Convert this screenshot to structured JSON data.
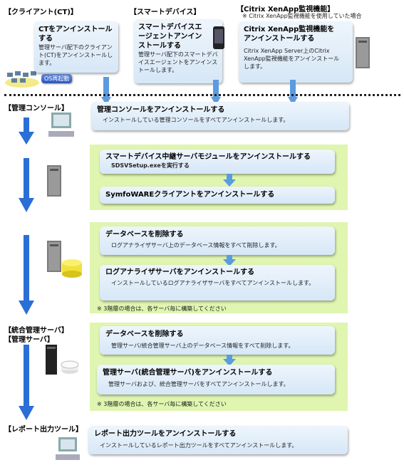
{
  "labels": {
    "client": "【クライアント(CT)】",
    "smart_device": "【スマートデバイス】",
    "citrix": "【Citrix XenApp監視機能】",
    "citrix_note": "※ Citrix XenApp監視機能を使用していた場合",
    "console": "【管理コンソール】",
    "integrated1": "【統合管理サーバ】",
    "integrated2": "【管理サーバ】",
    "report": "【レポート出力ツール】"
  },
  "boxes": {
    "ct_title": "CTをアンインストールする",
    "ct_desc": "管理サーバ配下のクライアント(CT)をアンインストールします。",
    "os_restart": "OS再起動",
    "sd_title": "スマートデバイスエージェントアンインストールする",
    "sd_desc": "管理サーバ配下のスマートデバイスエージェントをアンインストールします。",
    "cx_title": "Citrix XenApp監視機能をアンインストールする",
    "cx_desc": "Citrix XenApp Server上のCitrix XenApp監視機能をアンインストールします。",
    "console_title": "管理コンソールをアンインストールする",
    "console_desc": "インストールしている管理コンソールをすべてアンインストールします。",
    "relay_title": "スマートデバイス中継サーバモジュールをアンインストールする",
    "relay_desc": "SDSVSetup.exeを実行する",
    "symfo_title": "SymfoWAREクライアントをアンインストールする",
    "db1_title": "データベースを削除する",
    "db1_desc": "ログアナライザサーバ上のデータベース情報をすべて削除します。",
    "la_title": "ログアナライザサーバをアンインストールする",
    "la_desc": "インストールしているログアナライザサーバをすべてアンインストールします。",
    "note1": "※ 3階層の場合は、各サーバ毎に構築してください",
    "db2_title": "データベースを削除する",
    "db2_desc": "管理サーバ/統合管理サーバ上のデータベース情報をすべて削除します。",
    "ms_title": "管理サーバ(統合管理サーバ)をアンインストールする",
    "ms_desc": "管理サーバおよび、統合管理サーバをすべてアンインストールします。",
    "note2": "※ 3階層の場合は、各サーバ毎に構築してください",
    "report_title": "レポート出力ツールをアンインストールする",
    "report_desc": "インストールしているレポート出力ツールをすべてアンインストールします。"
  },
  "colors": {
    "box_top": "#eef5fc",
    "box_bottom": "#d6e7f7",
    "green_band": "#dff5b0",
    "arrow_blue": "#2a6fd6"
  },
  "icons": [
    "pc-icon",
    "server-icon",
    "database-icon",
    "smartphone-icon"
  ]
}
